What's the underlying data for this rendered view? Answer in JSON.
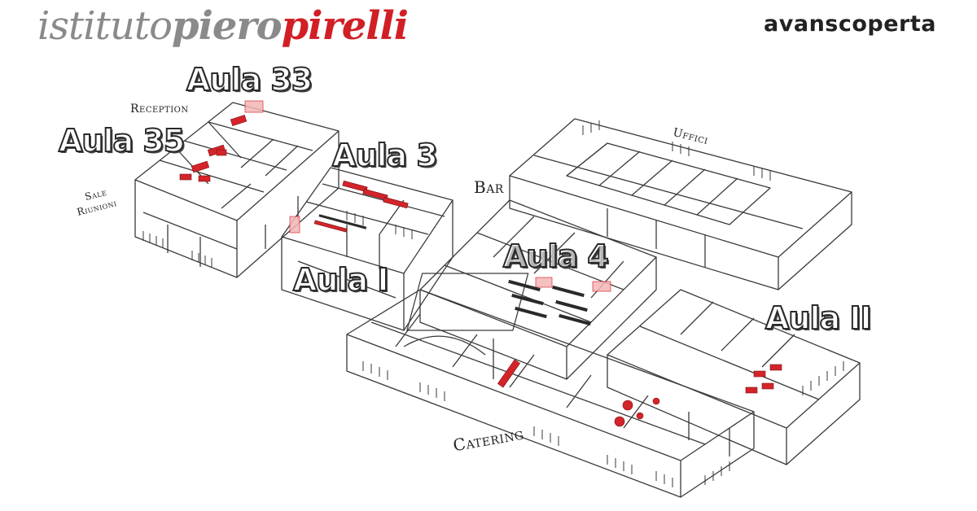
{
  "header": {
    "brand": {
      "part1": "istituto",
      "part2": "piero",
      "part3": "pirelli"
    },
    "tagline": "avanscoperta"
  },
  "map": {
    "rooms": {
      "aula33": "Aula 33",
      "aula35": "Aula 35",
      "aula3": "Aula 3",
      "aula1": "Aula I",
      "aula4": "Aula 4",
      "aula11": "Aula II"
    },
    "areas": {
      "reception": "Reception",
      "sale_riunioni_1": "Sale",
      "sale_riunioni_2": "Riunioni",
      "bar": "Bar",
      "uffici": "Uffici",
      "catering": "Catering"
    }
  },
  "colors": {
    "brand_grey": "#8a8a8a",
    "brand_red": "#d11f26",
    "furniture_red": "#d4242a",
    "highlight_pink": "#f3b6b6",
    "line": "#333333"
  }
}
